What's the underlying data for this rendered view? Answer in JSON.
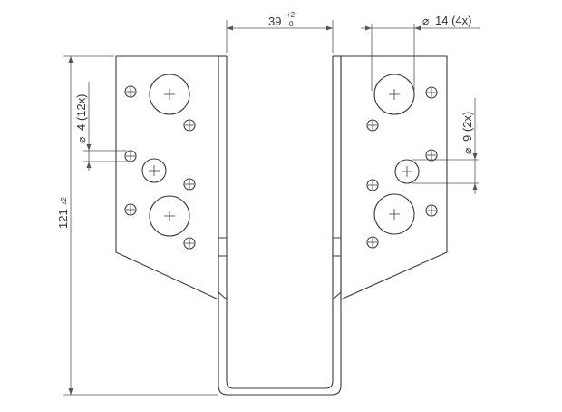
{
  "dimensions": {
    "width": {
      "value": "39",
      "tol_upper": "+2",
      "tol_lower": "0"
    },
    "height": {
      "value": "121",
      "tol": "±2"
    },
    "small_hole": {
      "symbol": "⌀",
      "text": "4 (12x)"
    },
    "mid_hole": {
      "symbol": "⌀",
      "text": "9 (2x)"
    },
    "large_hole": {
      "symbol": "⌀",
      "text": "14 (4x)"
    }
  }
}
